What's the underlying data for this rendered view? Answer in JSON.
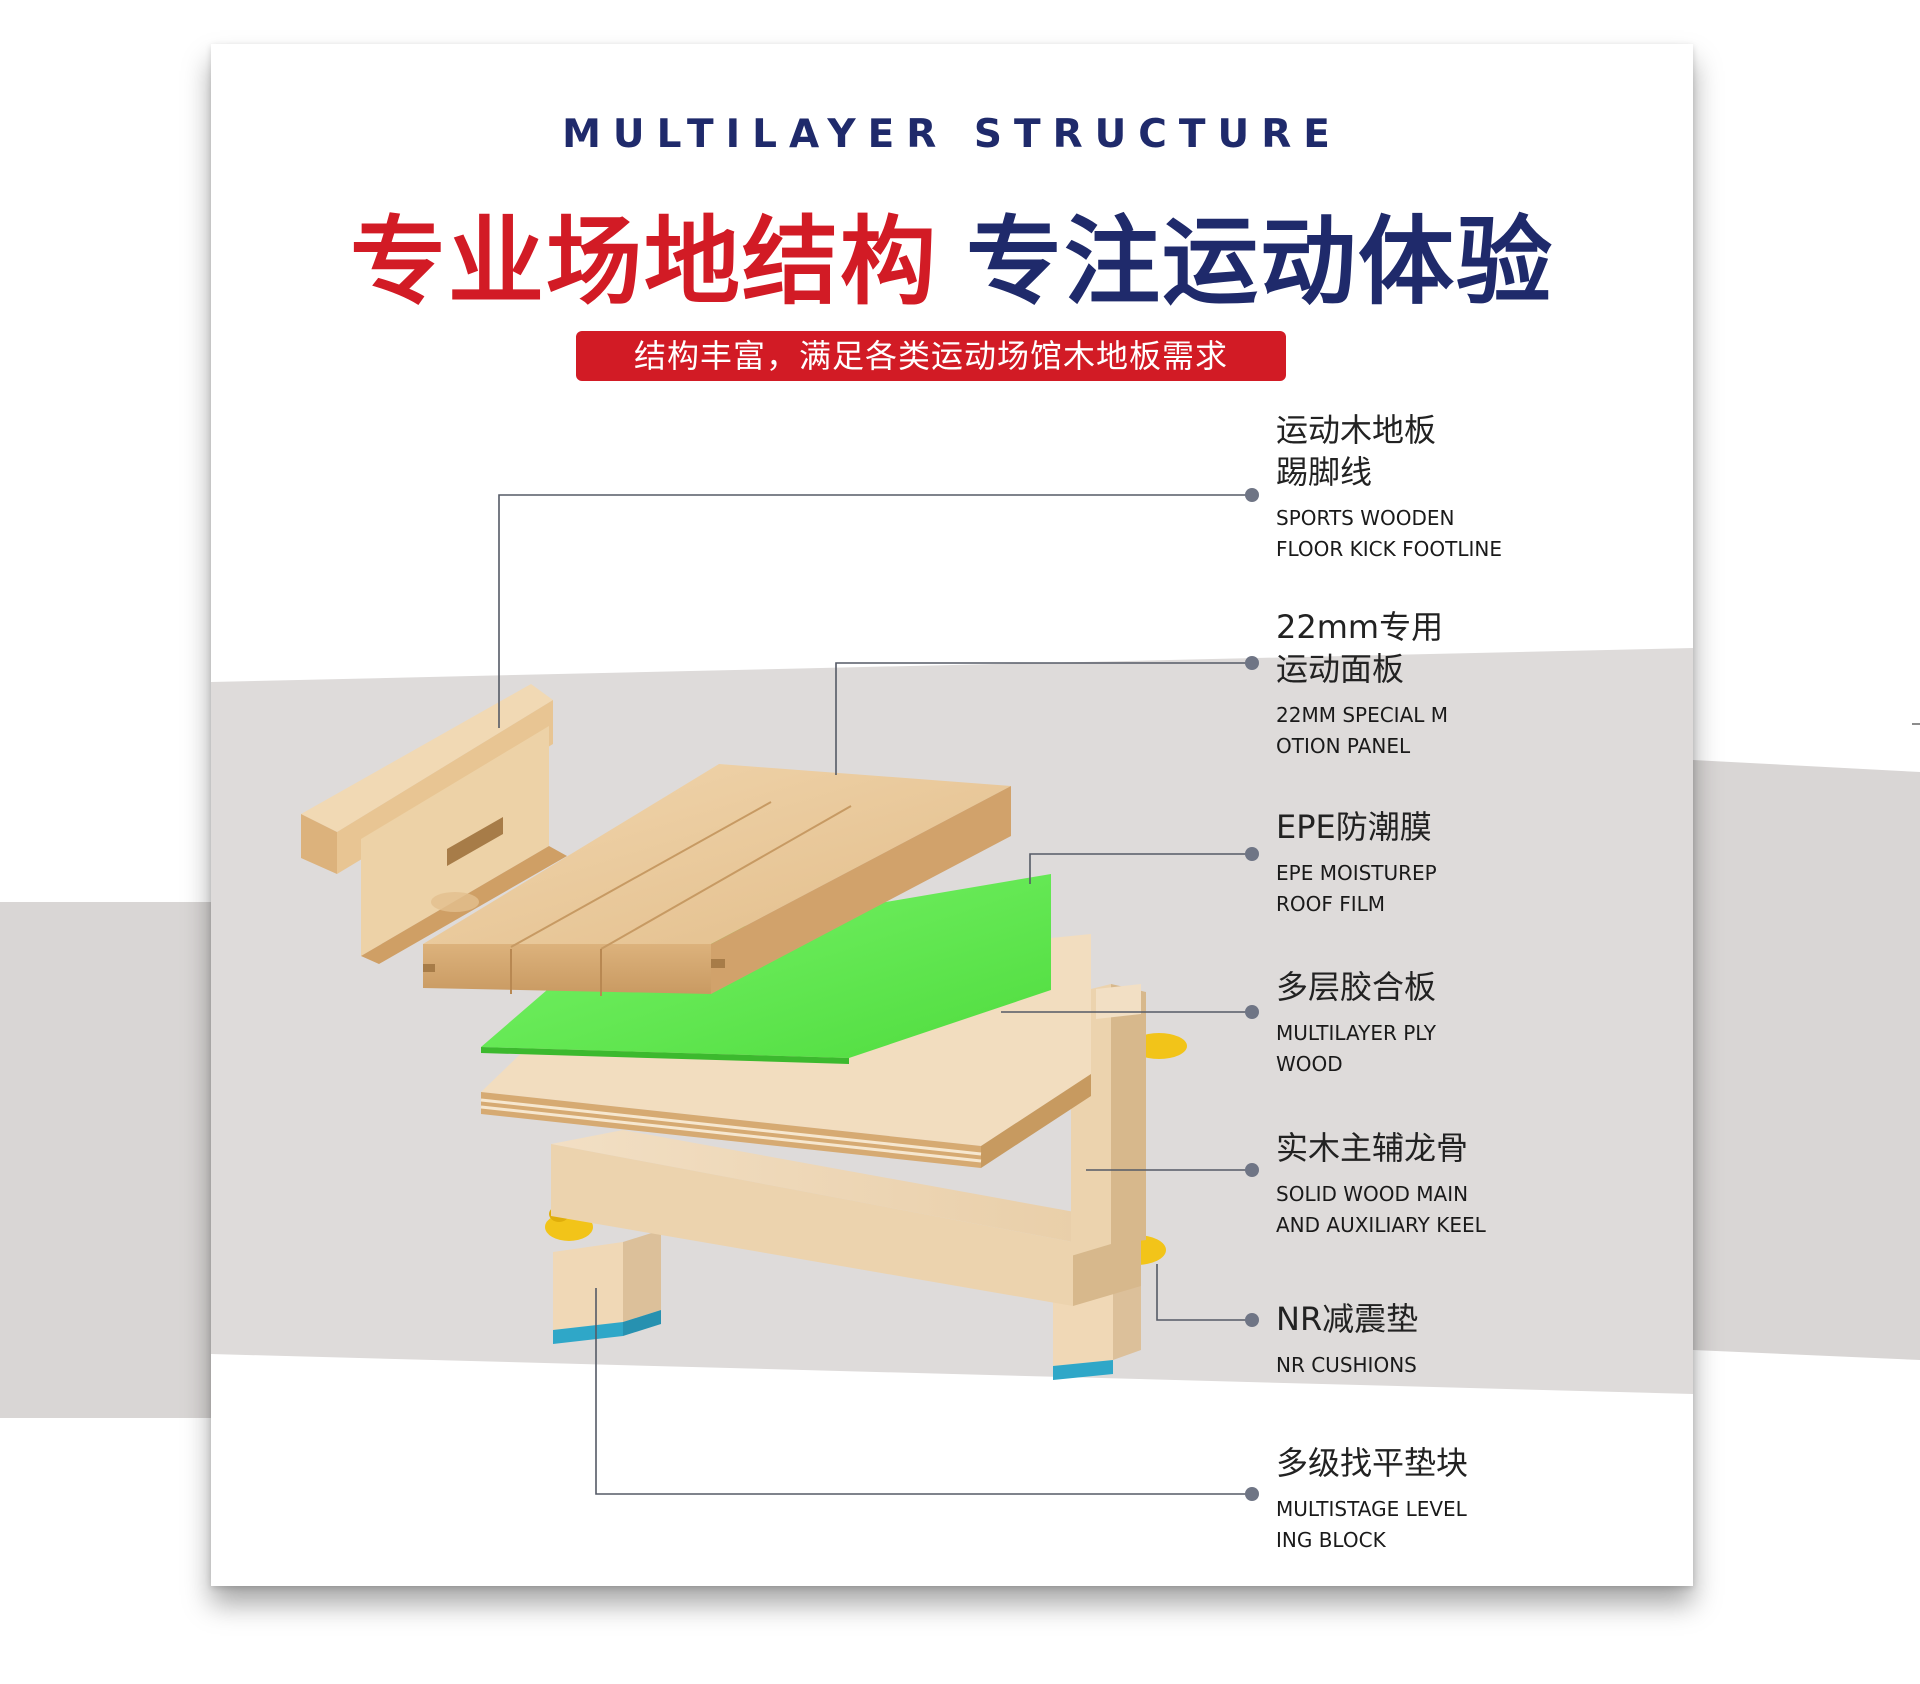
{
  "header": {
    "subtitle": "MULTILAYER STRUCTURE",
    "headline_red": "专业场地结构",
    "headline_blue": "专注运动体验",
    "tagline": "结构丰富，满足各类运动场馆木地板需求"
  },
  "layers": [
    {
      "cn": "运动木地板\n踢脚线",
      "en": "SPORTS WOODEN\nFLOOR KICK FOOTLINE"
    },
    {
      "cn": "22mm专用\n运动面板",
      "en": "22MM SPECIAL M\nOTION PANEL"
    },
    {
      "cn": "EPE防潮膜",
      "en": "EPE MOISTUREP\nROOF FILM"
    },
    {
      "cn": "多层胶合板",
      "en": "MULTILAYER PLY\nWOOD"
    },
    {
      "cn": "实木主辅龙骨",
      "en": "SOLID WOOD MAIN\nAND AUXILIARY KEEL"
    },
    {
      "cn": "NR减震垫",
      "en": "NR CUSHIONS"
    },
    {
      "cn": "多级找平垫块",
      "en": "MULTISTAGE LEVEL\nING BLOCK"
    }
  ],
  "colors": {
    "red": "#d21b25",
    "navy": "#1f2a6b",
    "band_gray": "#d9d6d5",
    "wood": "#e9c99c",
    "film_green": "#66ee55",
    "cushion_yellow": "#f2c419",
    "block_blue": "#2fa7c8"
  }
}
